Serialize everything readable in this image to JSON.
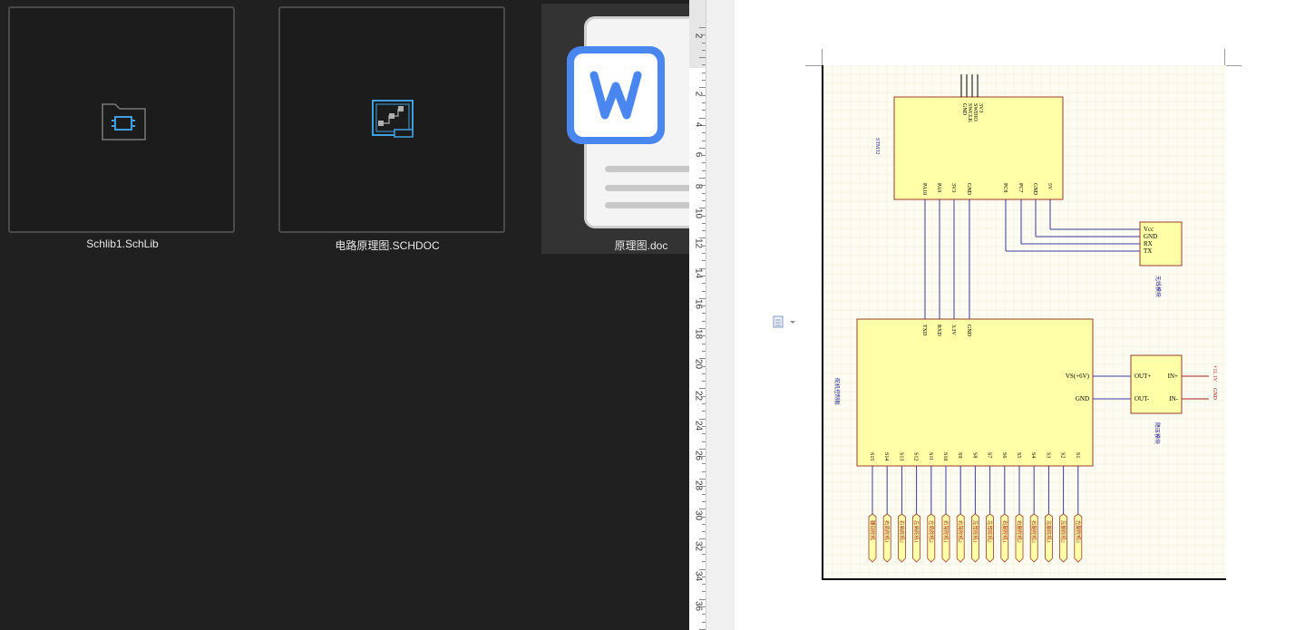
{
  "explorer": {
    "files": [
      {
        "name": "Schlib1.SchLib",
        "icon": "schlib-folder-icon"
      },
      {
        "name": "电路原理图.SCHDOC",
        "icon": "schdoc-icon"
      },
      {
        "name": "原理图.doc",
        "icon": "wps-writer-icon"
      }
    ]
  },
  "ruler": {
    "numbers": [
      "2",
      "2",
      "4",
      "6",
      "8",
      "10",
      "12",
      "14",
      "16",
      "18",
      "20",
      "22",
      "24",
      "26",
      "28",
      "30",
      "32",
      "34",
      "36"
    ]
  },
  "schematic": {
    "colors": {
      "component_fill": "#ffffa8",
      "component_border": "#9b3b2a",
      "wire": "#3a3aa0",
      "label_text": "#1e1e8c",
      "power_text": "#a32020"
    },
    "stm32": {
      "name": "STM32",
      "top_pins": [
        "GND",
        "SWCLK",
        "SWDIO",
        "3V3"
      ],
      "bottom_pins": [
        "PA10",
        "PA9",
        "3V3",
        "GND",
        "PC8",
        "PC7",
        "GND",
        "5V"
      ]
    },
    "wireless": {
      "name": "无线模块",
      "pins": [
        "Vcc",
        "GND",
        "RX",
        "TX"
      ]
    },
    "driver": {
      "name": "舵机控制板",
      "top_pins": [
        "TXD",
        "RXD",
        "3.3V",
        "GND"
      ],
      "right_pins": [
        "VS(+6V)",
        "GND"
      ],
      "bottom_pins": [
        "S15",
        "S14",
        "S13",
        "S12",
        "S11",
        "S10",
        "S9",
        "S8",
        "S7",
        "S6",
        "S5",
        "S4",
        "S3",
        "S2",
        "S1"
      ]
    },
    "regulator": {
      "name": "降压模块",
      "left_pins": [
        "OUT+",
        "OUT-"
      ],
      "right_pins": [
        "IN+",
        "IN-"
      ]
    },
    "power": [
      "+11.1V",
      "GND"
    ],
    "servos": [
      "腰部舵机",
      "右肩舵机1",
      "右肩舵机2",
      "左肩舵机1",
      "左肩舵机2",
      "右臂舵机1",
      "右臂舵机2",
      "左臂舵机1",
      "左臂舵机2",
      "右腿舵机1",
      "右腿舵机2",
      "右腿舵机3",
      "左腿舵机1",
      "左腿舵机2",
      "左腿舵机3"
    ]
  }
}
